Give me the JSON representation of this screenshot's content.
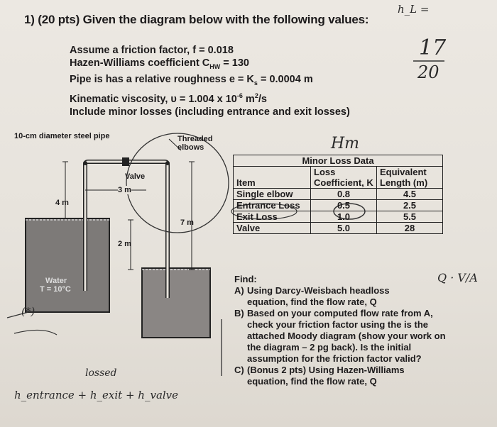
{
  "problem": {
    "title": "1) (20 pts) Given the diagram below with the following values:",
    "given": [
      "Assume a friction factor, f = 0.018",
      "Hazen-Williams coefficient C",
      "Pipe is has a relative roughness e = K",
      "Kinematic viscosity, υ = 1.004 x 10",
      "Include minor losses (including entrance and exit losses)"
    ],
    "given_suffix": {
      "hw_sub": "HW",
      "hw_val": " = 130",
      "ks_sub": "s",
      "ks_val": " = 0.0004 m",
      "visc_exp": "-6",
      "visc_unit": " m",
      "visc_exp2": "2",
      "visc_tail": "/s"
    }
  },
  "diagram": {
    "pipe_label": "10-cm diameter steel pipe",
    "elbows_label": "Threaded elbows",
    "valve_label": "Valve",
    "dim_3m": "3 m",
    "dim_4m": "4 m",
    "dim_7m": "7 m",
    "dim_2m": "2 m",
    "water_label": "Water",
    "temp_label": "T = 10°C"
  },
  "table": {
    "caption": "Minor Loss Data",
    "headers": [
      "Item",
      "Loss Coefficient, K",
      "Equivalent Length (m)"
    ],
    "rows": [
      {
        "item": "Single elbow",
        "k": "0.8",
        "len": "4.5"
      },
      {
        "item": "Entrance Loss",
        "k": "0.5",
        "len": "2.5"
      },
      {
        "item": "Exit Loss",
        "k": "1.0",
        "len": "5.5"
      },
      {
        "item": "Valve",
        "k": "5.0",
        "len": "28"
      }
    ]
  },
  "find": {
    "heading": "Find:",
    "items": [
      {
        "letter": "A)",
        "text": "Using Darcy-Weisbach headloss equation, find the flow rate, Q"
      },
      {
        "letter": "B)",
        "text": "Based on your computed flow rate from A, check your friction factor using the is the attached Moody diagram (show your work on the diagram – 2 pg back). Is the initial assumption for the friction factor valid?"
      },
      {
        "letter": "C)",
        "text": "(Bonus 2 pts) Using Hazen-Williams equation, find the flow rate, Q"
      }
    ]
  },
  "handwriting": {
    "top_right_1": "h_L = ",
    "top_right_2": "17",
    "top_right_3": "20",
    "hm": "Hm",
    "note_a": "Q · V/A",
    "star": "(*)",
    "eq_bottom_1": "lossed",
    "eq_bottom_2": "h_entrance + h_exit + h_valve"
  }
}
